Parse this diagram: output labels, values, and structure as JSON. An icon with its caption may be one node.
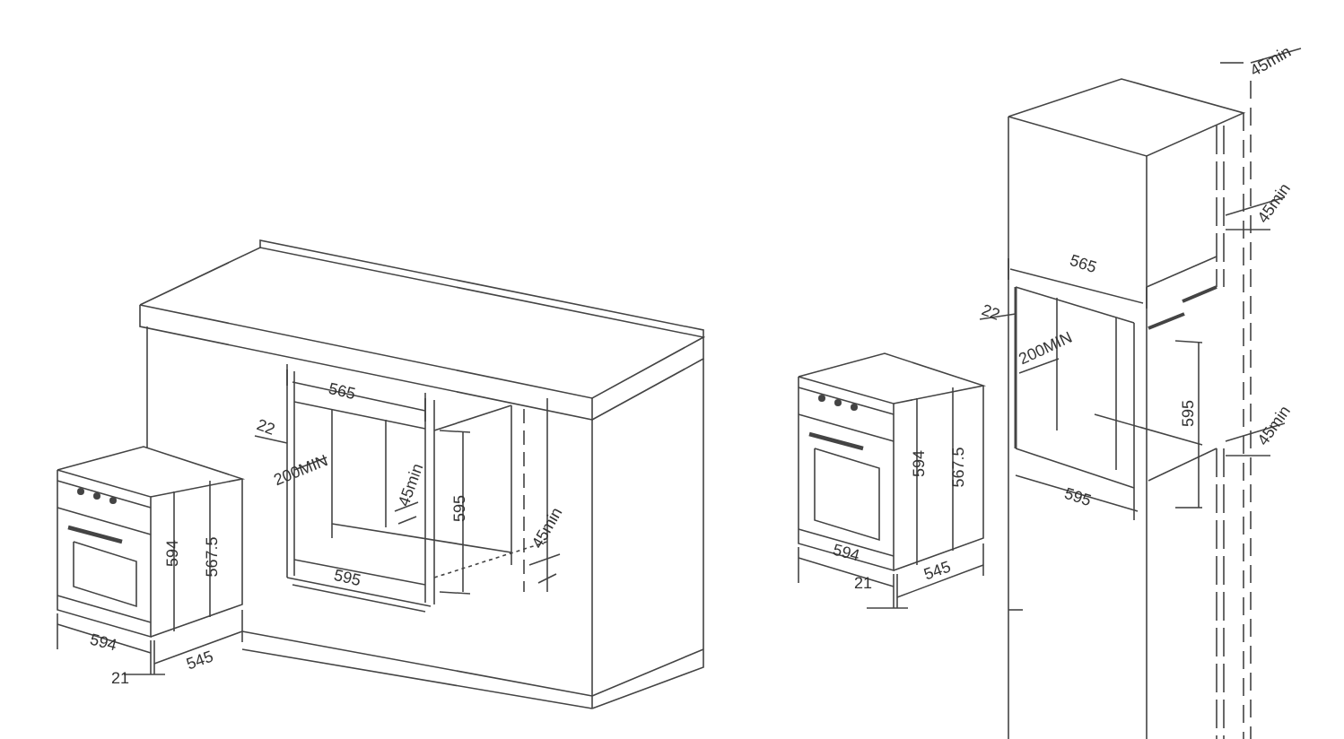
{
  "diagram": {
    "labels": [
      "565",
      "22",
      "200MIN",
      "45min",
      "595",
      "45min",
      "595",
      "594",
      "567.5",
      "594",
      "21",
      "545",
      "594",
      "567.5",
      "594",
      "21",
      "545",
      "45min",
      "45min",
      "565",
      "22",
      "200MIN",
      "595",
      "45min",
      "595"
    ]
  }
}
